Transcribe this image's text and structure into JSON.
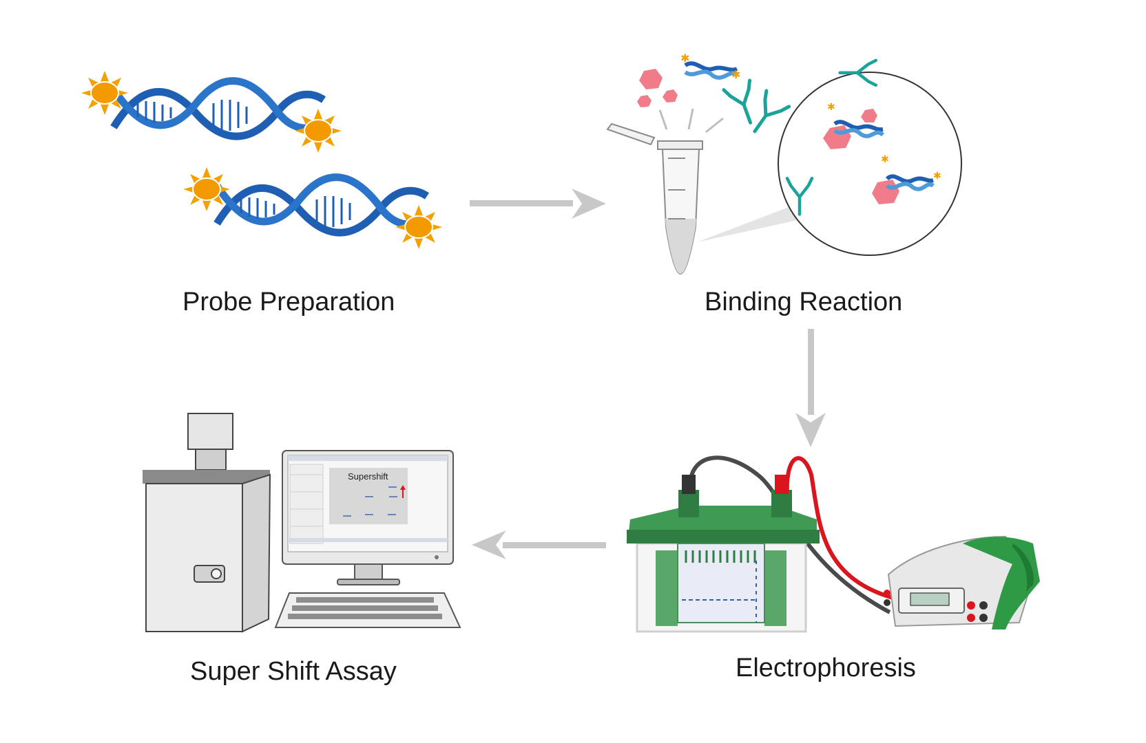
{
  "steps": [
    {
      "label": "Probe Preparation"
    },
    {
      "label": "Binding Reaction"
    },
    {
      "label": "Electrophoresis"
    },
    {
      "label": "Super Shift Assay"
    }
  ],
  "monitor": {
    "screen_title": "Supershift"
  },
  "colors": {
    "dna": "#1f5fb3",
    "fluorophore": "#f2a100",
    "protein": "#f07c8a",
    "antibody": "#1aa39a",
    "arrow": "#c8c8c8",
    "gel_green": "#3f9a54",
    "red_lead": "#d9151e"
  },
  "icons": [
    "dna-probe-icon",
    "tube-icon",
    "magnifier-circle-icon",
    "gel-tank-icon",
    "power-supply-icon",
    "imager-icon",
    "computer-icon"
  ]
}
